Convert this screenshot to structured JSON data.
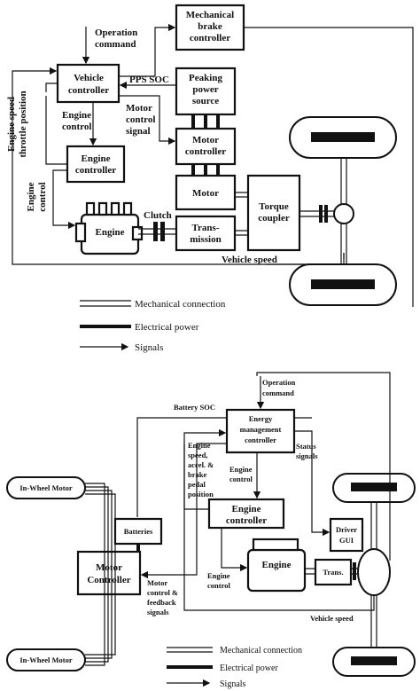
{
  "top": {
    "operation_cmd": [
      "Operation",
      "command"
    ],
    "vehicle_controller": [
      "Vehicle",
      "controller"
    ],
    "mech_brake": [
      "Mechanical",
      "brake",
      "controller"
    ],
    "pps_soc": "PPS SOC",
    "peaking": [
      "Peaking",
      "power",
      "source"
    ],
    "engine_speed": [
      "Engine speed",
      "throttle position"
    ],
    "engine_control_a": [
      "Engine",
      "control"
    ],
    "motor_control_signal": [
      "Motor",
      "control",
      "signal"
    ],
    "motor_controller": [
      "Motor",
      "controller"
    ],
    "engine_controller": [
      "Engine",
      "controller"
    ],
    "engine_control_b": [
      "Engine",
      "control"
    ],
    "motor": "Motor",
    "torque": [
      "Torque",
      "coupler"
    ],
    "clutch": "Clutch",
    "engine": "Engine",
    "transmission": [
      "Trans-",
      "mission"
    ],
    "vehicle_speed": "Vehicle speed",
    "legend": [
      "Mechanical connection",
      "Electrical power",
      "Signals"
    ]
  },
  "bottom": {
    "operation_cmd": [
      "Operation",
      "command"
    ],
    "battery_soc": "Battery SOC",
    "emc": [
      "Energy",
      "management",
      "controller"
    ],
    "status": [
      "Status",
      "signals"
    ],
    "engine_speed": [
      "Engine",
      "speed,",
      "accel. &",
      "brake",
      "pedal",
      "position"
    ],
    "engine_control_a": [
      "Engine",
      "control"
    ],
    "engine_controller": [
      "Engine",
      "controller"
    ],
    "driver": [
      "Driver",
      "GUI"
    ],
    "in_wheel_top": "In-Wheel Motor",
    "in_wheel_bottom": "In-Wheel Motor",
    "batteries": "Batteries",
    "motor_controller": [
      "Motor",
      "Controller"
    ],
    "engine": "Engine",
    "trans": "Trans.",
    "engine_control_b": [
      "Engine",
      "control"
    ],
    "motor_feedback": [
      "Motor",
      "control &",
      "feedback",
      "signals"
    ],
    "vehicle_speed": "Vehicle speed",
    "legend": [
      "Mechanical connection",
      "Electrical power",
      "Signals"
    ]
  }
}
